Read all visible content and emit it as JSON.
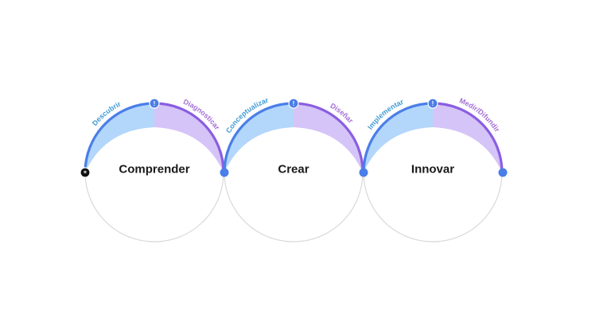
{
  "diagram": {
    "stages": [
      {
        "title": "Comprender",
        "left_label": "Descubrir",
        "right_label": "Diagnosticar"
      },
      {
        "title": "Crear",
        "left_label": "Conceptualizar",
        "right_label": "Diseñar"
      },
      {
        "title": "Innovar",
        "left_label": "Implementar",
        "right_label": "Medir/Difundir"
      }
    ],
    "info_marker": "!",
    "start_marker": "*",
    "colors": {
      "blue_arc": "#4a7ee8",
      "blue_fill": "#b3d6fb",
      "purple_arc": "#8a5ee0",
      "purple_fill": "#d5c4f7",
      "blue_text": "#3d9ad6",
      "purple_text": "#a46fd6",
      "outline": "#d9d9d9",
      "node": "#4a7ee8",
      "start_node": "#111111"
    }
  }
}
